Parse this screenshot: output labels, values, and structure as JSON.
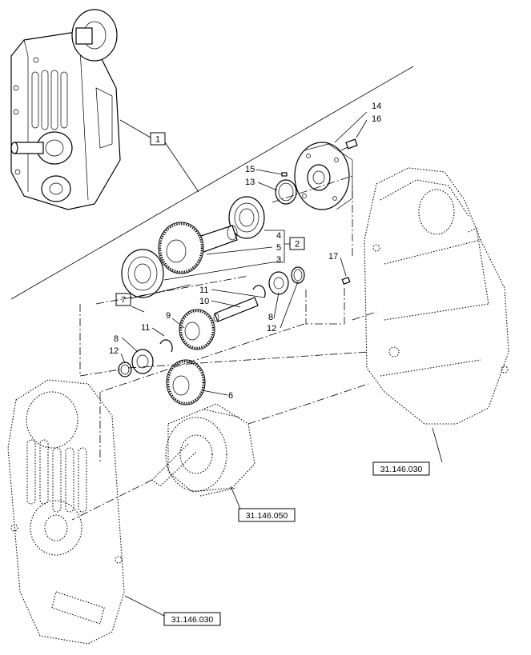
{
  "callouts": {
    "c14": "14",
    "c16": "16",
    "c15": "15",
    "c13": "13",
    "c4": "4",
    "c5": "5",
    "c3": "3",
    "c17": "17",
    "c11a": "11",
    "c10": "10",
    "c8a": "8",
    "c12a": "12",
    "c9": "9",
    "c11b": "11",
    "c8b": "8",
    "c12b": "12",
    "c6": "6"
  },
  "group_boxes": {
    "g1": "1",
    "g2": "2",
    "g7": "7"
  },
  "references": {
    "housing_right": "31.146.030",
    "gear_shaft": "31.146.050",
    "cover_left": "31.146.030"
  }
}
